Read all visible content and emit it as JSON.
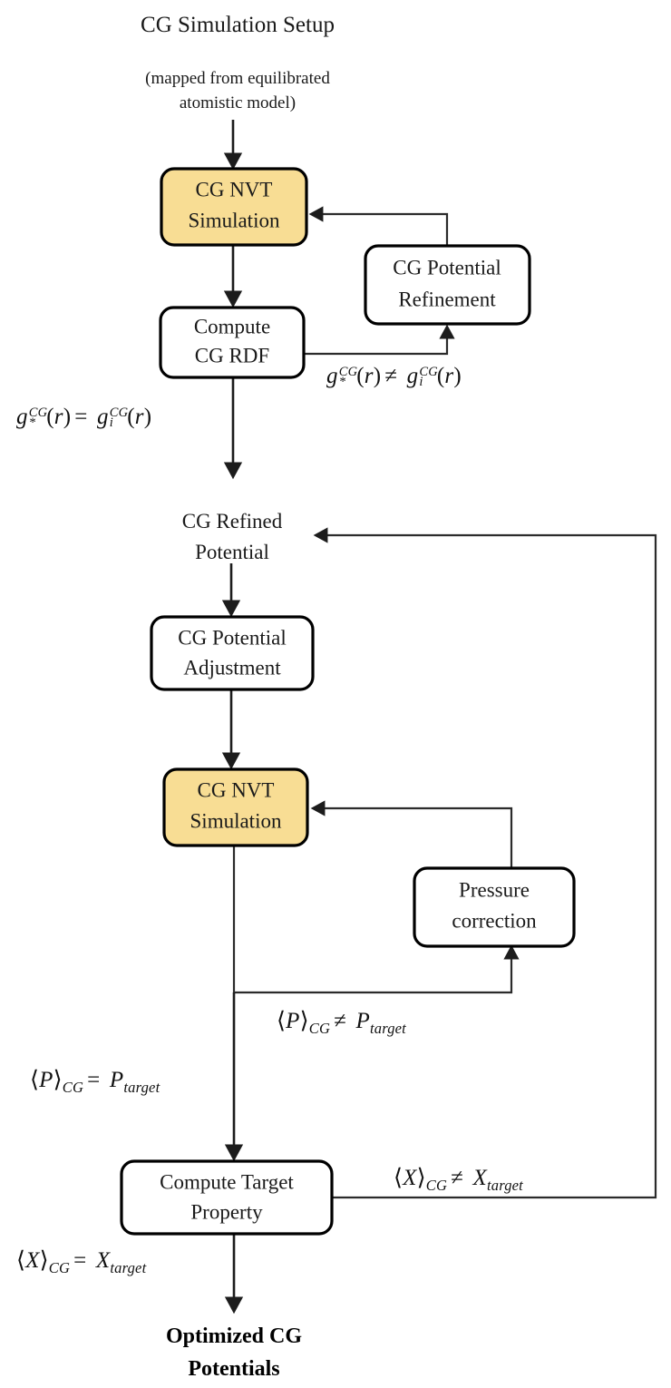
{
  "diagram": {
    "title": "CG Simulation Setup",
    "subtitle_line1": "(mapped from equilibrated",
    "subtitle_line2": "atomistic model)",
    "accent_color": "#f8dd94",
    "line_color": "#1c1c1c",
    "box_fill": "#ffffff"
  },
  "nodes": {
    "cg_nvt_1": {
      "line1": "CG NVT",
      "line2": "Simulation",
      "style": "highlight"
    },
    "cg_potential_refinement": {
      "line1": "CG Potential",
      "line2": "Refinement",
      "style": "plain"
    },
    "compute_cg_rdf": {
      "line1": "Compute",
      "line2": "CG RDF",
      "style": "plain"
    },
    "cg_refined_potential": {
      "line1": "CG Refined",
      "line2": "Potential",
      "style": "text"
    },
    "cg_potential_adjustment": {
      "line1": "CG Potential",
      "line2": "Adjustment",
      "style": "plain"
    },
    "cg_nvt_2": {
      "line1": "CG NVT",
      "line2": "Simulation",
      "style": "highlight"
    },
    "pressure_correction": {
      "line1": "Pressure",
      "line2": "correction",
      "style": "plain"
    },
    "compute_target_property": {
      "line1": "Compute Target",
      "line2": "Property",
      "style": "plain"
    },
    "optimized_cg_potentials": {
      "line1": "Optimized CG",
      "line2": "Potentials",
      "style": "terminal"
    }
  },
  "equations": {
    "rdf_not_equal": {
      "lhs_base": "g",
      "lhs_sup": "CG",
      "lhs_sub": "*",
      "lhs_arg": "(r)",
      "operator": "≠",
      "rhs_base": "g",
      "rhs_sup": "CG",
      "rhs_sub": "i",
      "rhs_arg": "(r)",
      "plain": "g*^CG(r) ≠ g_i^CG(r)"
    },
    "rdf_equal": {
      "lhs_base": "g",
      "lhs_sup": "CG",
      "lhs_sub": "*",
      "lhs_arg": "(r)",
      "operator": "=",
      "rhs_base": "g",
      "rhs_sup": "CG",
      "rhs_sub": "i",
      "rhs_arg": "(r)",
      "plain": "g*^CG(r) = g_i^CG(r)"
    },
    "pressure_not_equal": {
      "lhs_open": "⟨",
      "lhs_base": "P",
      "lhs_close": "⟩",
      "lhs_sub": "CG",
      "operator": "≠",
      "rhs_base": "P",
      "rhs_sub": "target",
      "plain": "⟨P⟩CG ≠ Ptarget"
    },
    "pressure_equal": {
      "lhs_open": "⟨",
      "lhs_base": "P",
      "lhs_close": "⟩",
      "lhs_sub": "CG",
      "operator": "=",
      "rhs_base": "P",
      "rhs_sub": "target",
      "plain": "⟨P⟩CG = Ptarget"
    },
    "property_not_equal": {
      "lhs_open": "⟨",
      "lhs_base": "X",
      "lhs_close": "⟩",
      "lhs_sub": "CG",
      "operator": "≠",
      "rhs_base": "X",
      "rhs_sub": "target",
      "plain": "⟨X⟩CG ≠ Xtarget"
    },
    "property_equal": {
      "lhs_open": "⟨",
      "lhs_base": "X",
      "lhs_close": "⟩",
      "lhs_sub": "CG",
      "operator": "=",
      "rhs_base": "X",
      "rhs_sub": "target",
      "plain": "⟨X⟩CG = Xtarget"
    }
  }
}
